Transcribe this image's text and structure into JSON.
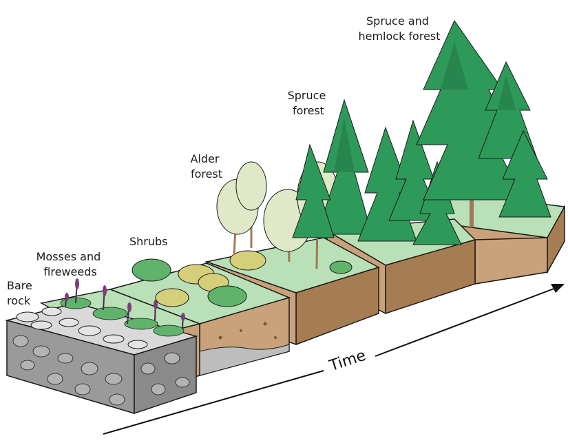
{
  "stages": [
    {
      "lines": [
        "Bare",
        "rock"
      ]
    },
    {
      "lines": [
        "Mosses and",
        "fireweeds"
      ]
    },
    {
      "lines": [
        "Shrubs"
      ]
    },
    {
      "lines": [
        "Alder",
        "forest"
      ]
    },
    {
      "lines": [
        "Spruce",
        "forest"
      ]
    },
    {
      "lines": [
        "Spruce and",
        "hemlock forest"
      ]
    }
  ],
  "time_label": "Time",
  "colors": {
    "grass": "#a8d8a8",
    "grass_dark": "#5fb36a",
    "soil_front": "#c9a27a",
    "soil_side": "#a67c52",
    "rock": "#9a9a9a",
    "rock_light": "#d9d9d9",
    "conifer": "#2e9a5a",
    "conifer_dark": "#1f6e40",
    "alder_leaf": "#dfe9c8",
    "shrub": "#d6cf7a",
    "outline": "#1a1a1a"
  }
}
